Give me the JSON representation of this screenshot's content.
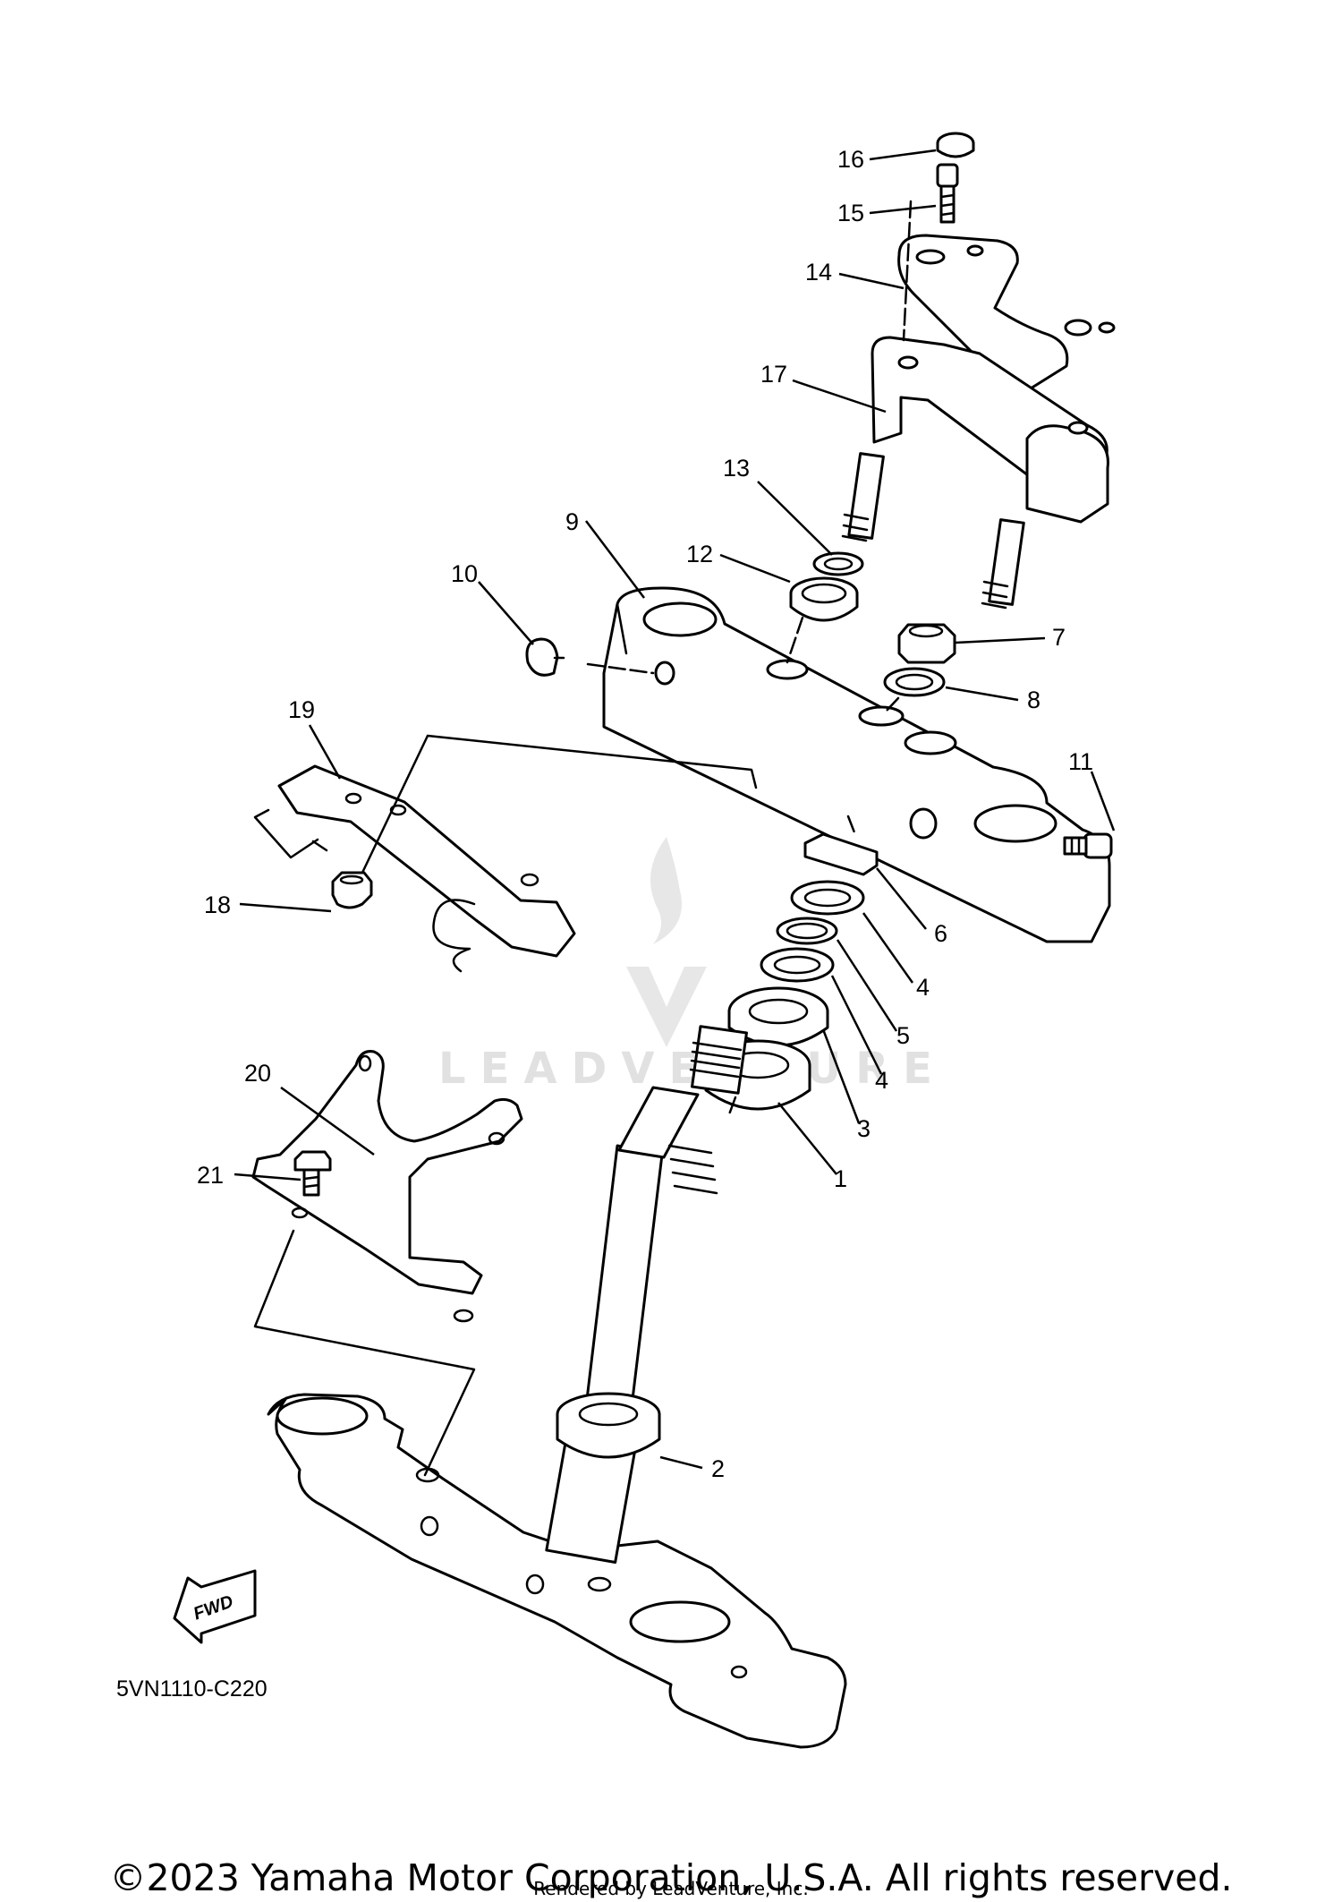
{
  "diagram_code": "5VN1110-C220",
  "fwd_label": "FWD",
  "watermark_text": "LEADVENTURE",
  "copyright": "©2023 Yamaha Motor Corporation, U.S.A. All rights reserved.",
  "rendered_by": "Rendered by LeadVenture, Inc.",
  "callouts": [
    "1",
    "2",
    "3",
    "4",
    "4",
    "5",
    "6",
    "7",
    "8",
    "9",
    "10",
    "11",
    "12",
    "13",
    "14",
    "15",
    "16",
    "17",
    "18",
    "19",
    "20",
    "21"
  ]
}
